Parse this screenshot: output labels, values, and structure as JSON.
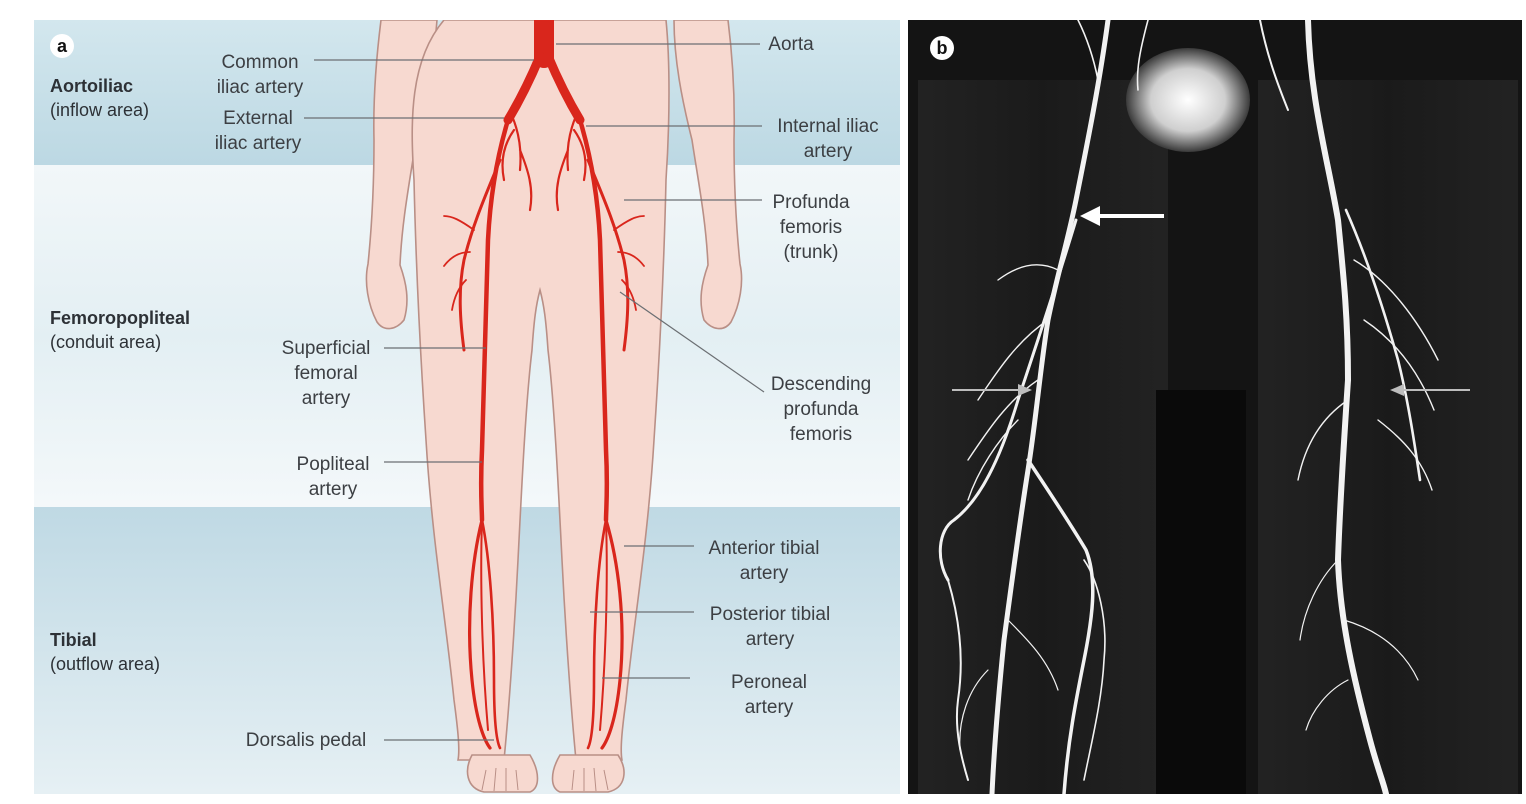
{
  "panel_a": {
    "badge": "a",
    "regions": [
      {
        "title": "Aortoiliac",
        "subtitle": "(inflow area)"
      },
      {
        "title": "Femoropopliteal",
        "subtitle": "(conduit area)"
      },
      {
        "title": "Tibial",
        "subtitle": "(outflow area)"
      }
    ],
    "labels": {
      "common_iliac": [
        "Common",
        "iliac artery"
      ],
      "external_iliac": [
        "External",
        "iliac artery"
      ],
      "superficial_femoral": [
        "Superficial",
        "femoral",
        "artery"
      ],
      "popliteal": [
        "Popliteal",
        "artery"
      ],
      "dorsalis_pedal": [
        "Dorsalis pedal"
      ],
      "aorta": [
        "Aorta"
      ],
      "internal_iliac": [
        "Internal iliac",
        "artery"
      ],
      "profunda_femoris": [
        "Profunda",
        "femoris",
        "(trunk)"
      ],
      "descending_profunda": [
        "Descending",
        "profunda",
        "femoris"
      ],
      "anterior_tibial": [
        "Anterior tibial",
        "artery"
      ],
      "posterior_tibial": [
        "Posterior tibial",
        "artery"
      ],
      "peroneal": [
        "Peroneal",
        "artery"
      ]
    },
    "colors": {
      "band_light": "#e9f2f5",
      "band_blue": "#c7dfe8",
      "skin": "#f7d9d0",
      "skin_outline": "#b98f86",
      "artery": "#d9261c"
    }
  },
  "panel_b": {
    "badge": "b",
    "colors": {
      "background": "#141414",
      "vessel": "#f2f2f2"
    }
  }
}
